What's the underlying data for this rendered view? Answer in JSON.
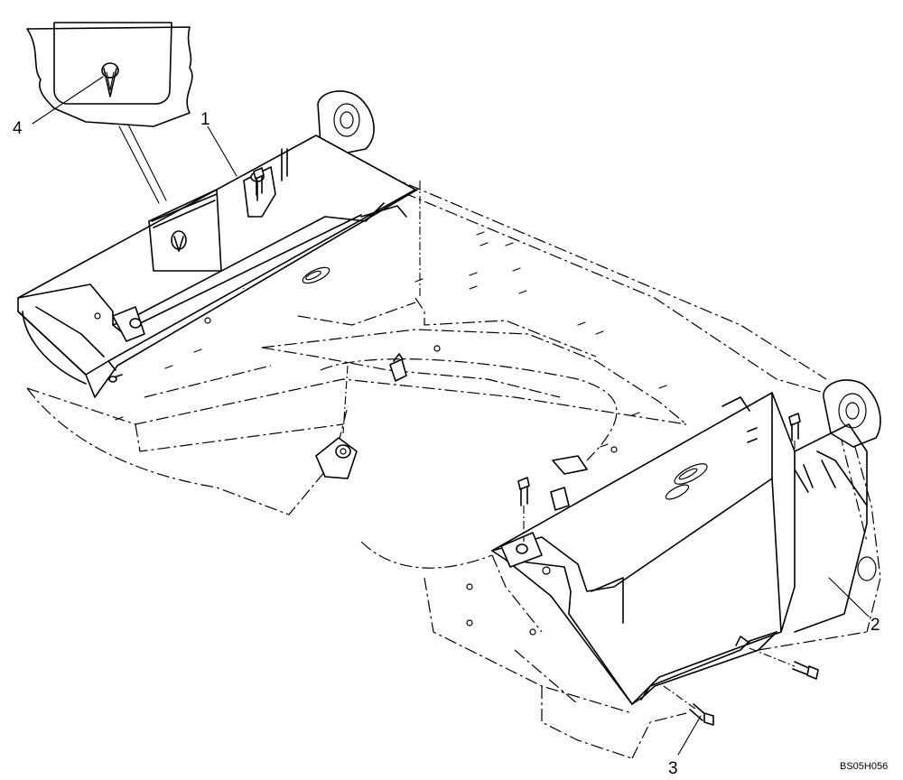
{
  "callouts": {
    "c1": "1",
    "c2": "2",
    "c3": "3",
    "c4": "4"
  },
  "figure_code": "BS05H056"
}
